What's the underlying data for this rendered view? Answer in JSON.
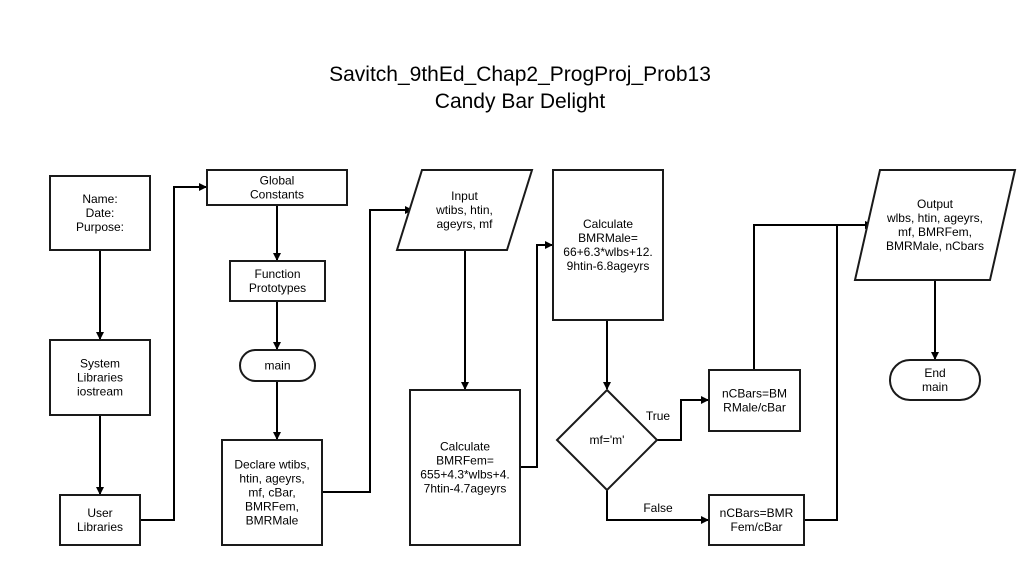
{
  "title": [
    "Savitch_9thEd_Chap2_ProgProj_Prob13",
    "Candy Bar Delight"
  ],
  "nodes": {
    "header": {
      "kind": "rect",
      "lines": [
        "Name:",
        "Date:",
        "Purpose:"
      ]
    },
    "syslib": {
      "kind": "rect",
      "lines": [
        "System",
        "Libraries",
        "iostream"
      ]
    },
    "userlib": {
      "kind": "rect",
      "lines": [
        "User",
        "Libraries"
      ]
    },
    "globals": {
      "kind": "rect",
      "lines": [
        "Global",
        "Constants"
      ]
    },
    "protos": {
      "kind": "rect",
      "lines": [
        "Function",
        "Prototypes"
      ]
    },
    "main": {
      "kind": "terminal",
      "lines": [
        "main"
      ]
    },
    "declare": {
      "kind": "rect",
      "lines": [
        "Declare wtibs,",
        "htin, ageyrs,",
        "mf, cBar,",
        "BMRFem,",
        "BMRMale"
      ]
    },
    "input": {
      "kind": "parallelogram",
      "lines": [
        "Input",
        "wtibs, htin,",
        "ageyrs, mf"
      ]
    },
    "calcfem": {
      "kind": "rect",
      "lines": [
        "Calculate",
        "BMRFem=",
        "655+4.3*wlbs+4.",
        "7htin-4.7ageyrs"
      ]
    },
    "calcmale": {
      "kind": "rect",
      "lines": [
        "Calculate",
        "BMRMale=",
        "66+6.3*wlbs+12.",
        "9htin-6.8ageyrs"
      ]
    },
    "decision": {
      "kind": "diamond",
      "lines": [
        "mf='m'"
      ]
    },
    "malebars": {
      "kind": "rect",
      "lines": [
        "nCBars=BM",
        "RMale/cBar"
      ]
    },
    "fembars": {
      "kind": "rect",
      "lines": [
        "nCBars=BMR",
        "Fem/cBar"
      ]
    },
    "output": {
      "kind": "parallelogram",
      "lines": [
        "Output",
        "wlbs, htin, ageyrs,",
        "mf, BMRFem,",
        "BMRMale, nCbars"
      ]
    },
    "end": {
      "kind": "terminal",
      "lines": [
        "End",
        "main"
      ]
    }
  },
  "edges": [
    {
      "from": "header",
      "to": "syslib",
      "label": ""
    },
    {
      "from": "syslib",
      "to": "userlib",
      "label": ""
    },
    {
      "from": "userlib",
      "to": "globals",
      "label": ""
    },
    {
      "from": "globals",
      "to": "protos",
      "label": ""
    },
    {
      "from": "protos",
      "to": "main",
      "label": ""
    },
    {
      "from": "main",
      "to": "declare",
      "label": ""
    },
    {
      "from": "declare",
      "to": "input",
      "label": ""
    },
    {
      "from": "input",
      "to": "calcfem",
      "label": ""
    },
    {
      "from": "calcfem",
      "to": "calcmale",
      "label": ""
    },
    {
      "from": "calcmale",
      "to": "decision",
      "label": ""
    },
    {
      "from": "decision",
      "to": "malebars",
      "label": "True"
    },
    {
      "from": "decision",
      "to": "fembars",
      "label": "False"
    },
    {
      "from": "malebars",
      "to": "output",
      "label": ""
    },
    {
      "from": "fembars",
      "to": "output",
      "label": ""
    },
    {
      "from": "output",
      "to": "end",
      "label": ""
    }
  ],
  "colors": {
    "stroke": "#1a1a1a",
    "fill": "#ffffff",
    "text": "#000000"
  }
}
